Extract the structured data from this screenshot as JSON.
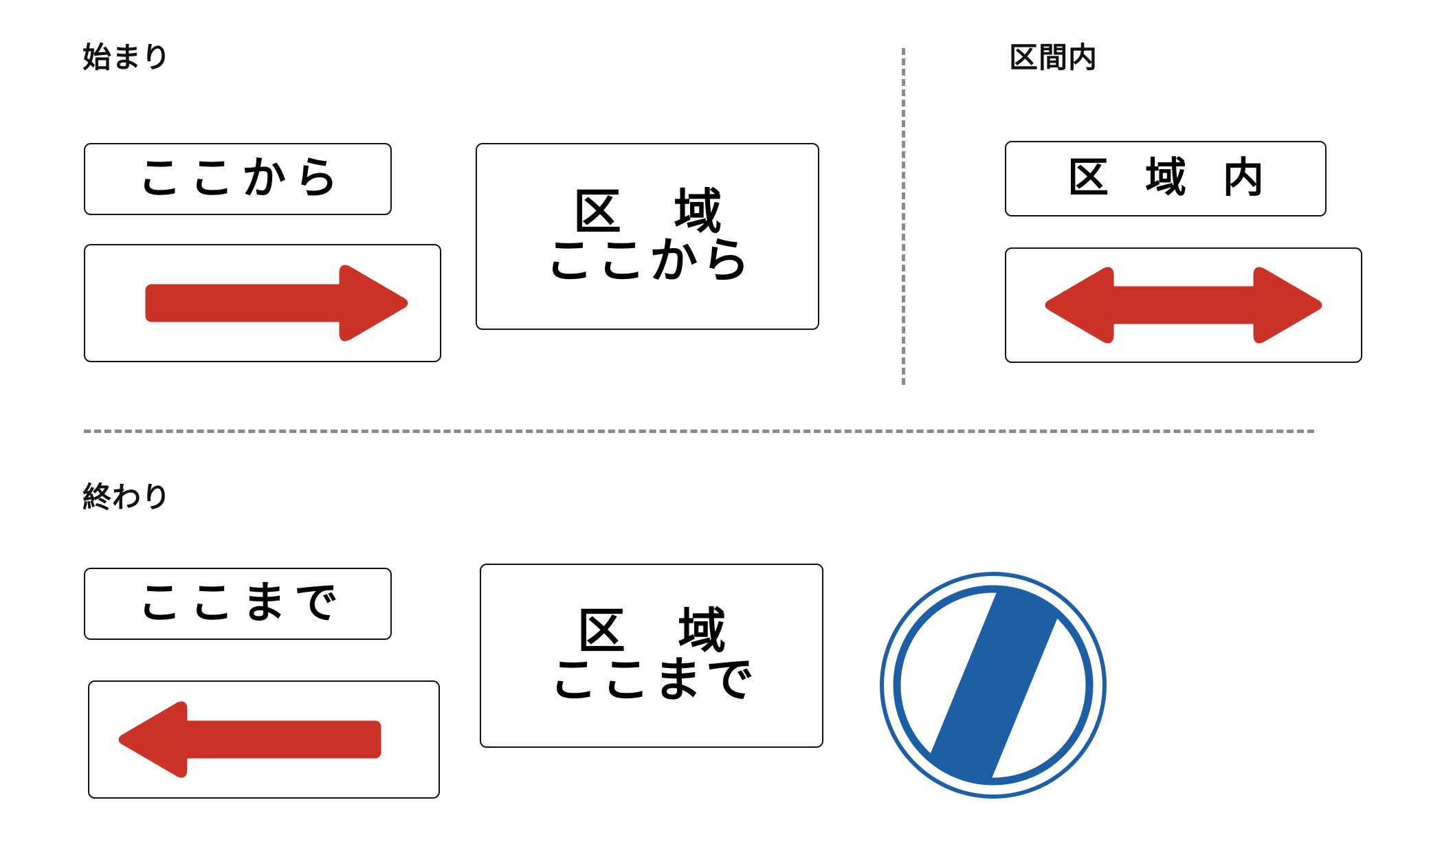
{
  "page": {
    "title": "Japanese road sign supplementary plates",
    "background_color": "#ffffff",
    "red": "#cc3328",
    "blue": "#1c5fa5",
    "divider_color": "#8a8a8a",
    "sign_border_color": "#111111"
  },
  "sections": {
    "start": {
      "label": "始まり"
    },
    "within": {
      "label": "区間内"
    },
    "end": {
      "label": "終わり"
    }
  },
  "signs": {
    "start_here_text": {
      "text": "ここから",
      "icon": "text-plate"
    },
    "start_arrow": {
      "icon": "right-arrow-icon",
      "direction": "right",
      "color": "#cc3328"
    },
    "area_start": {
      "line1": "区 域",
      "line2": "ここから",
      "icon": "text-plate"
    },
    "within_area": {
      "text": "区 域 内",
      "icon": "text-plate"
    },
    "within_arrow": {
      "icon": "double-arrow-icon",
      "direction": "both",
      "color": "#cc3328"
    },
    "end_here_text": {
      "text": "ここまで",
      "icon": "text-plate"
    },
    "end_arrow": {
      "icon": "left-arrow-icon",
      "direction": "left",
      "color": "#cc3328"
    },
    "area_end": {
      "line1": "区 域",
      "line2": "ここまで",
      "icon": "text-plate"
    },
    "end_of_restriction": {
      "icon": "end-of-restriction-icon",
      "color": "#1c5fa5",
      "shape": "circle-with-diagonal-stripe"
    }
  }
}
